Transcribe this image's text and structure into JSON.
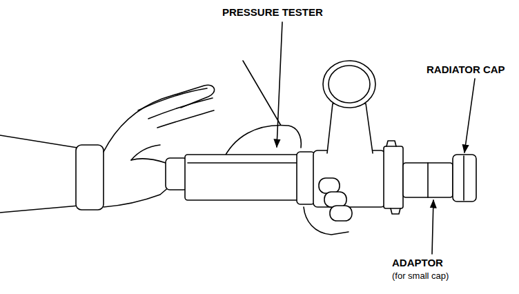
{
  "diagram": {
    "labels": [
      "PRESSURE TESTER",
      "RADIATOR CAP",
      "ADAPTOR",
      "(for small cap)"
    ]
  }
}
